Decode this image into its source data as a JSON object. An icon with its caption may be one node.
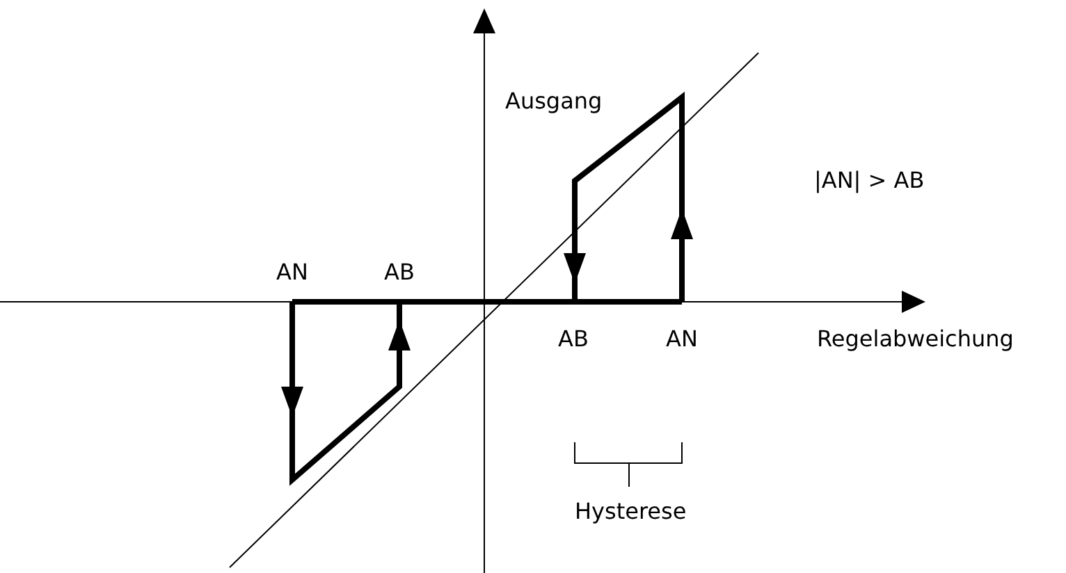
{
  "diagram": {
    "labels": [
      "Ausgang",
      "|AN| > AB",
      "AN",
      "AB",
      "AB",
      "AN",
      "Regelabweichung",
      "Hysterese"
    ]
  }
}
